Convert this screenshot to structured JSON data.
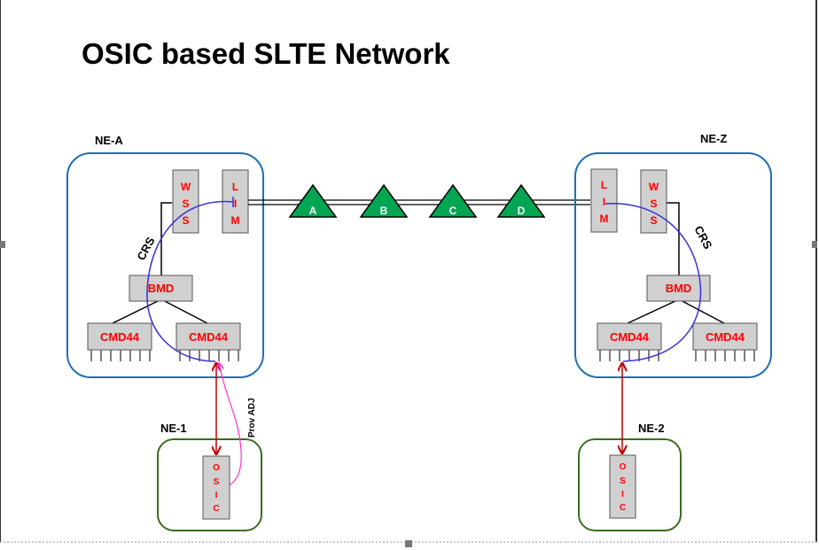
{
  "title": "OSIC based SLTE Network",
  "ne_a": {
    "label": "NE-A",
    "wss_letters": [
      "W",
      "S",
      "S"
    ],
    "lim_letters": [
      "L",
      "I",
      "M"
    ],
    "crs_label": "CRS",
    "bmd_label": "BMD",
    "cmd_left_label": "CMD44",
    "cmd_right_label": "CMD44"
  },
  "ne_z": {
    "label": "NE-Z",
    "wss_letters": [
      "W",
      "S",
      "S"
    ],
    "lim_letters": [
      "L",
      "I",
      "M"
    ],
    "crs_label": "CRS",
    "bmd_label": "BMD",
    "cmd_left_label": "CMD44",
    "cmd_right_label": "CMD44"
  },
  "amplifiers": [
    "A",
    "B",
    "C",
    "D"
  ],
  "ne_1": {
    "label": "NE-1",
    "osic_letters": [
      "O",
      "S",
      "I",
      "C"
    ],
    "adj_label": "Prov ADJ"
  },
  "ne_2": {
    "label": "NE-2",
    "osic_letters": [
      "O",
      "S",
      "I",
      "C"
    ]
  },
  "colors": {
    "ne_box_border": "#1f6fb5",
    "osic_box_border": "#3a6e1f",
    "module_fill": "#d0d0d0",
    "module_text": "#ff0000",
    "amplifier_fill": "#00a651",
    "crs_curve": "#3a2ed6",
    "link_arrow": "#c00000",
    "adj_curve": "#ff33cc"
  }
}
